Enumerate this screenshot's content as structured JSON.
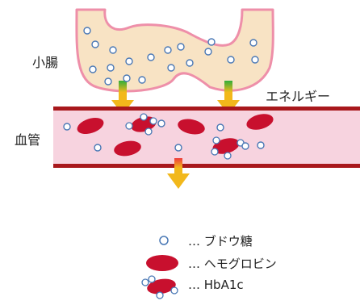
{
  "labels": {
    "intestine": "小腸",
    "blood_vessel": "血管",
    "energy": "エネルギー"
  },
  "legend": {
    "glucose": "… ブドウ糖",
    "hemoglobin": "… ヘモグロビン",
    "hba1c": "… HbA1c"
  },
  "colors": {
    "intestine_fill": "#f8e3c4",
    "intestine_outline": "#ee8fa9",
    "vessel_fill": "#f7d3df",
    "vessel_wall": "#a8181c",
    "hemoglobin": "#c8102e",
    "glucose_fill": "#ffffff",
    "glucose_outline": "#4a78b5",
    "arrow_top": "#2fae3a",
    "arrow_bottom": "#f2b81b",
    "arrow_red_top": "#ee3a3a"
  }
}
